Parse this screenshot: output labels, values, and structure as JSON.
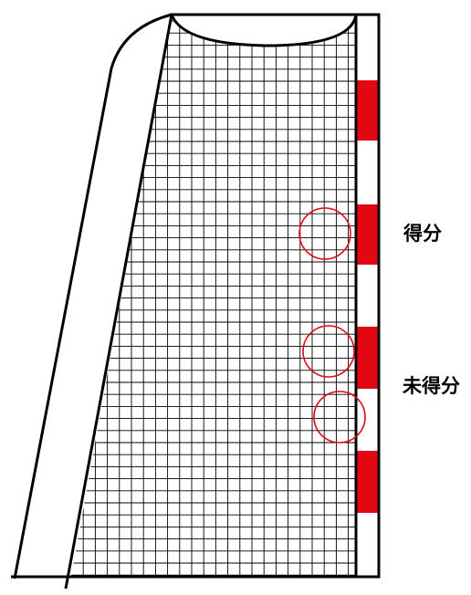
{
  "labels": {
    "scored": "得分",
    "not_scored": "未得分"
  },
  "colors": {
    "post_red": "#e30613",
    "line": "#000000",
    "ball": "#e30613",
    "background": "#ffffff"
  },
  "balls": [
    {
      "name": "ball-scored",
      "outcome": "scored"
    },
    {
      "name": "ball-not-scored-upper",
      "outcome": "not_scored"
    },
    {
      "name": "ball-not-scored-lower",
      "outcome": "not_scored"
    }
  ]
}
